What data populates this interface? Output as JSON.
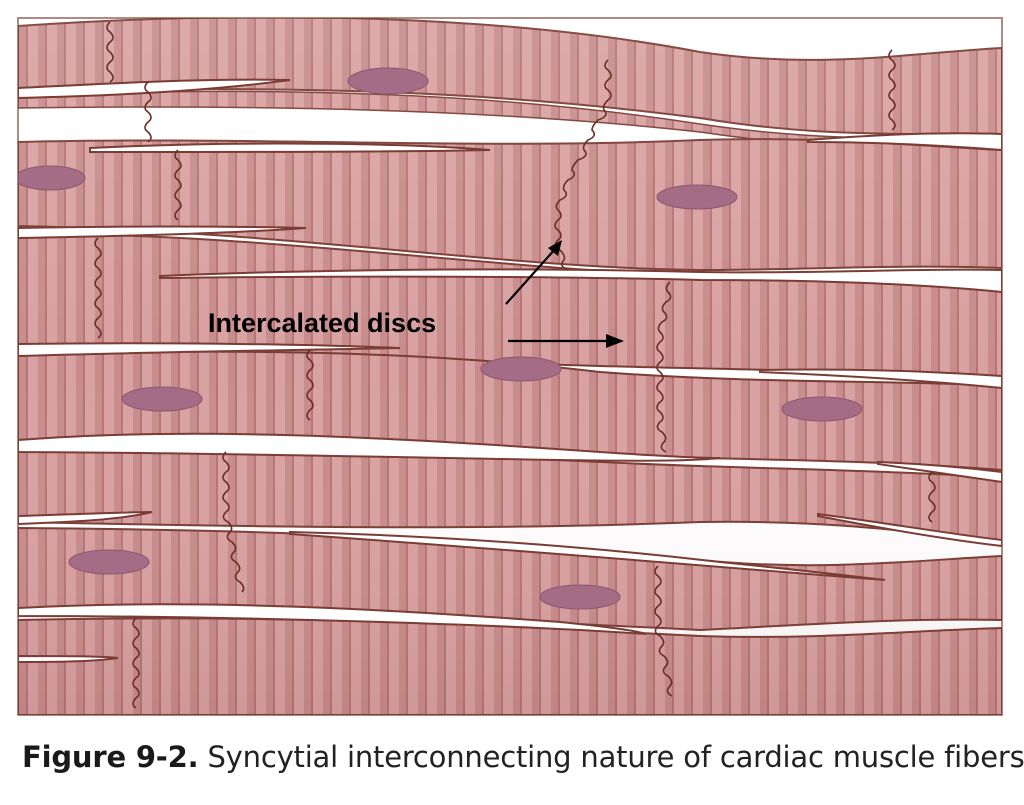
{
  "figure": {
    "number": "Figure 9-2.",
    "caption": "Syncytial interconnecting nature of cardiac muscle fibers."
  },
  "labels": {
    "intercalated_discs": "Intercalated discs"
  },
  "colors": {
    "fiber_base": "#d9a3a3",
    "fiber_dark": "#c48a8a",
    "striation": "#b97676",
    "outline": "#7a3c34",
    "nucleus": "#a26b85",
    "background": "#ffffff"
  }
}
